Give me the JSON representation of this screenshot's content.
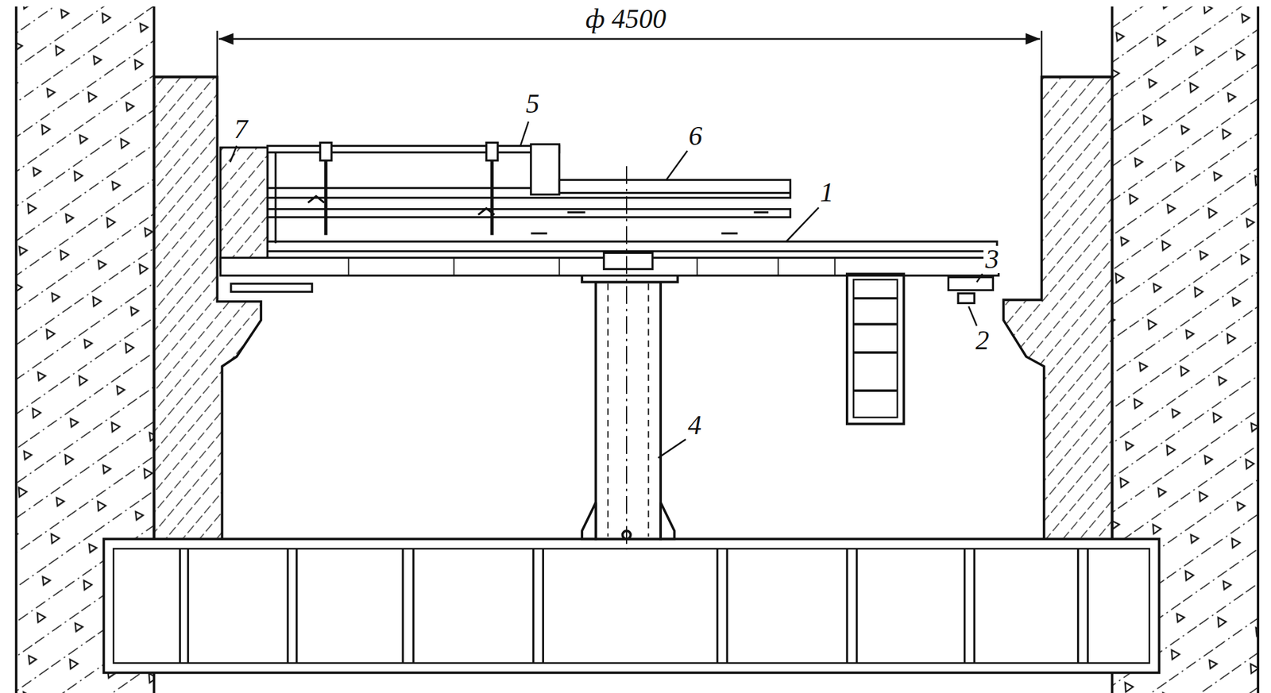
{
  "diagram": {
    "labels": [
      "ф 4500",
      "7",
      "5",
      "6",
      "1",
      "3",
      "2",
      "4"
    ]
  }
}
